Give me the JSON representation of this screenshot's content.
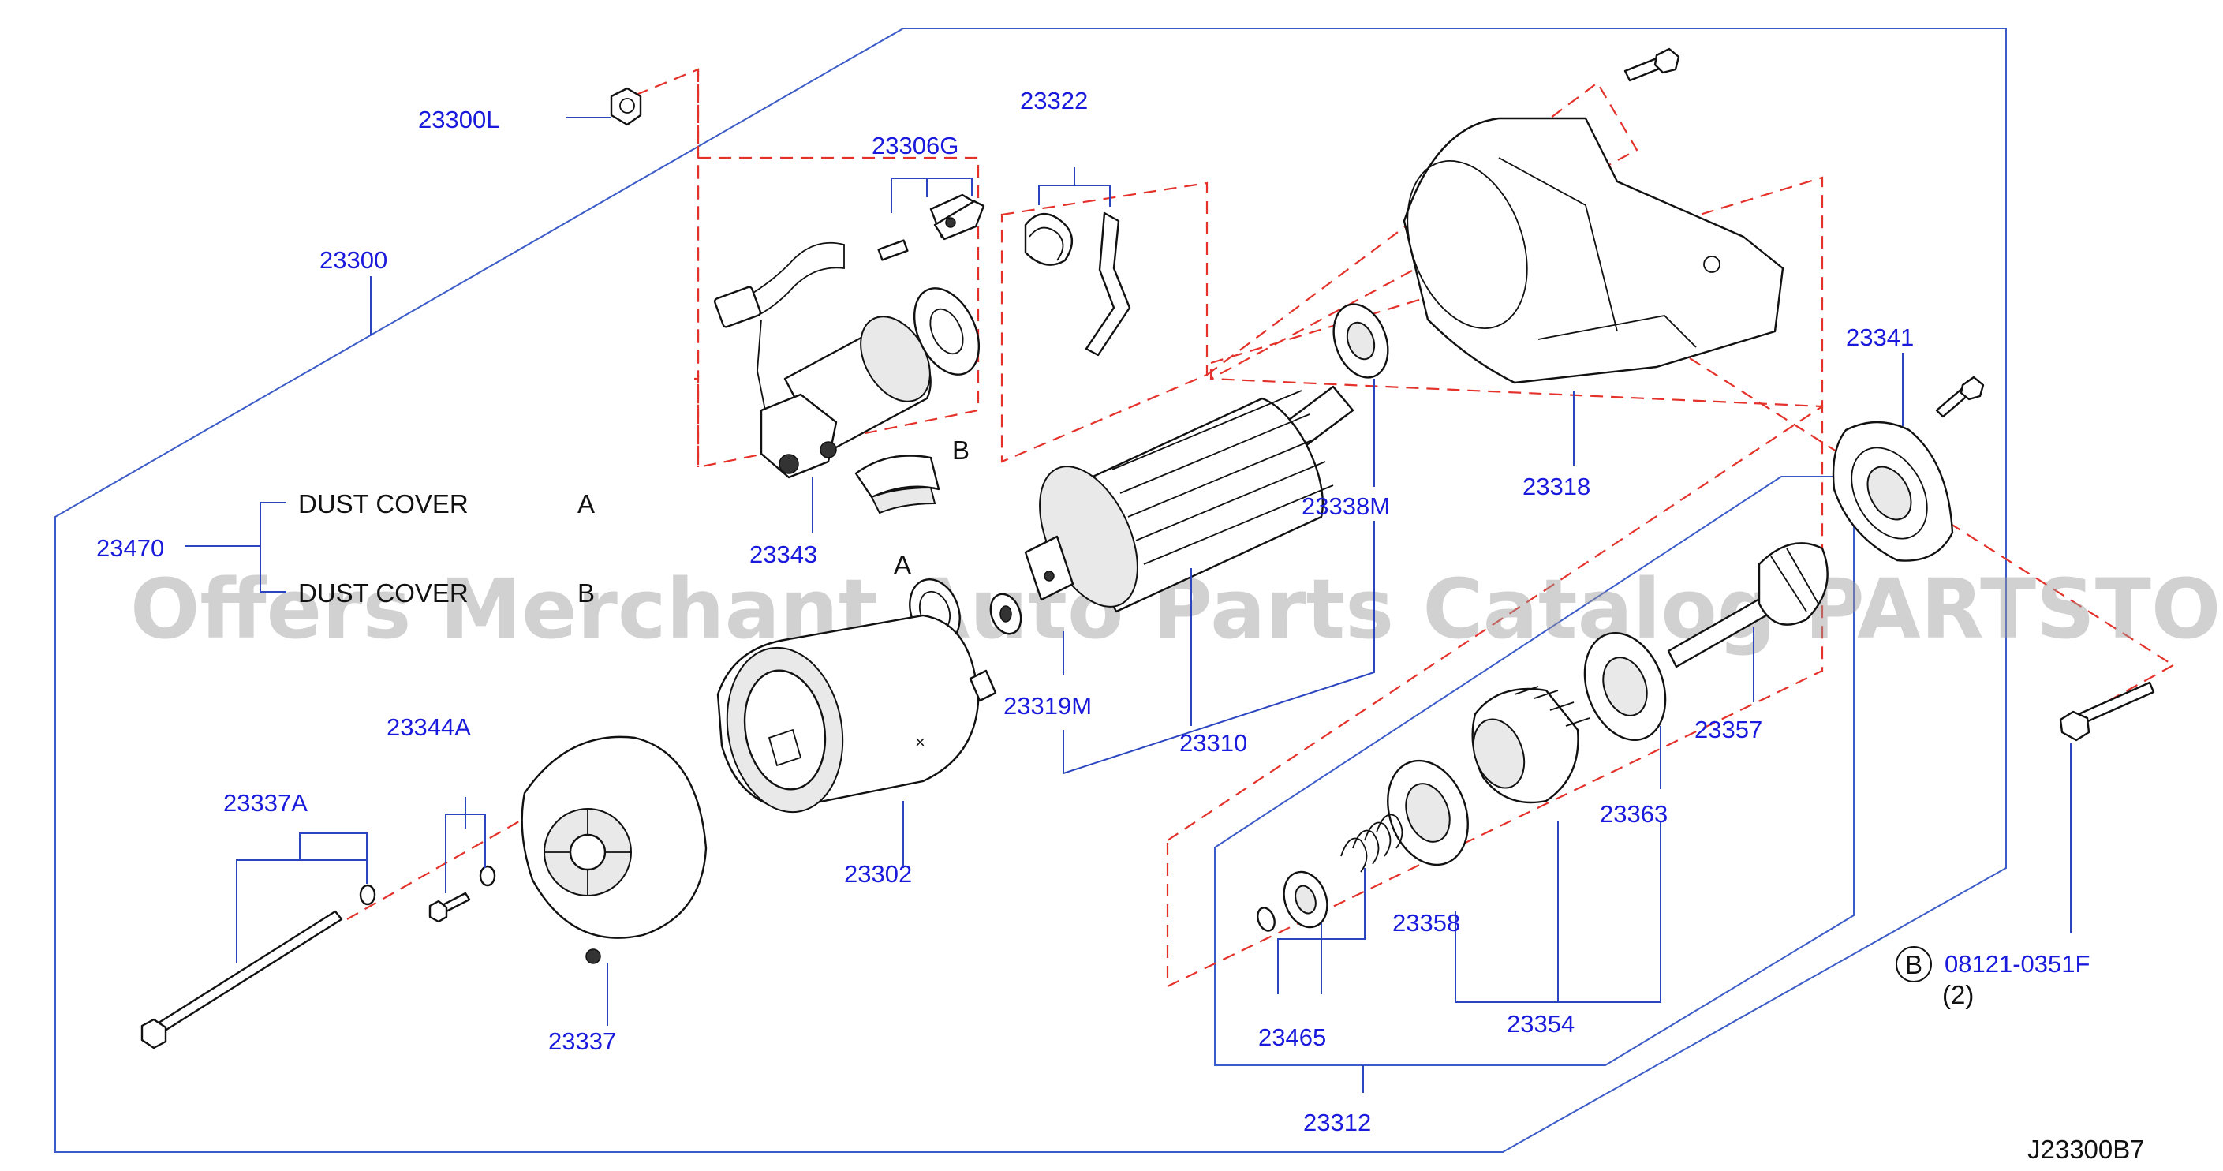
{
  "labels": {
    "p23300L": "23300L",
    "p23300": "23300",
    "p23306G": "23306G",
    "p23322": "23322",
    "p23341": "23341",
    "p23318": "23318",
    "p23338M": "23338M",
    "p23343": "23343",
    "p23470": "23470",
    "p23319M": "23319M",
    "p23310": "23310",
    "p23357": "23357",
    "p23344A": "23344A",
    "p23337A": "23337A",
    "p23302": "23302",
    "p23363": "23363",
    "p23358": "23358",
    "p23337": "23337",
    "p23465": "23465",
    "p23354": "23354",
    "p23312": "23312",
    "b_part": "08121-0351F",
    "b_qty": "(2)",
    "b_circle": "B",
    "marker_a": "A",
    "marker_b": "B"
  },
  "dust_covers": [
    {
      "name": "DUST   COVER",
      "ref": "A"
    },
    {
      "name": "DUST   COVER",
      "ref": "B"
    }
  ],
  "watermark": "Offers Merchant Auto Parts Catalog PARTSTORE.SA",
  "diagram_code": "J23300B7",
  "colors": {
    "label_blue": "#1a1adc",
    "leader_blue": "#2b45c0",
    "dash_red": "#e4322b",
    "ink": "#111111"
  }
}
